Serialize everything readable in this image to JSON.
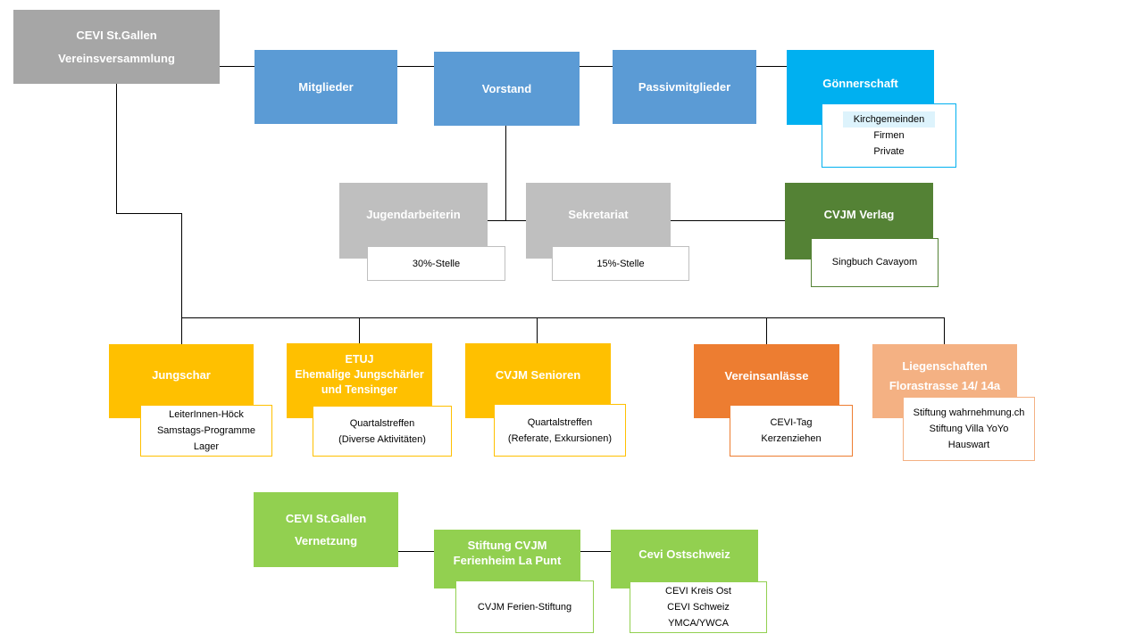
{
  "assembly": {
    "line1": "CEVI St.Gallen",
    "line2": "Vereinsversammlung"
  },
  "top_row": {
    "mitglieder": "Mitglieder",
    "vorstand": "Vorstand",
    "passiv": "Passivmitglieder",
    "goenner": "Gönnerschaft",
    "goenner_items": [
      "Kirchgemeinden",
      "Firmen",
      "Private"
    ]
  },
  "staff": {
    "jugend": "Jugendarbeiterin",
    "jugend_note": "30%-Stelle",
    "sekretariat": "Sekretariat",
    "sekretariat_note": "15%-Stelle",
    "verlag": "CVJM Verlag",
    "verlag_note": "Singbuch Cavayom"
  },
  "groups": {
    "jungschar": "Jungschar",
    "jungschar_items": [
      "LeiterInnen-Höck",
      "Samstags-Programme",
      "Lager"
    ],
    "etuj_line1": "ETUJ",
    "etuj_line2": "Ehemalige Jungschärler",
    "etuj_line3": "und Tensinger",
    "etuj_items": [
      "Quartalstreffen",
      "(Diverse Aktivitäten)"
    ],
    "senioren": "CVJM Senioren",
    "senioren_items": [
      "Quartalstreffen",
      "(Referate, Exkursionen)"
    ],
    "anlaesse": "Vereinsanlässe",
    "anlaesse_items": [
      "CEVI-Tag",
      "Kerzenziehen"
    ],
    "liegen_line1": "Liegenschaften",
    "liegen_line2": "Florastrasse 14/ 14a",
    "liegen_items": [
      "Stiftung wahrnehmung.ch",
      "Stiftung Villa YoYo",
      "Hauswart"
    ]
  },
  "network": {
    "line1": "CEVI St.Gallen",
    "line2": "Vernetzung",
    "stiftung_line1": "Stiftung CVJM",
    "stiftung_line2": "Ferienheim La Punt",
    "stiftung_note": "CVJM Ferien-Stiftung",
    "ost": "Cevi Ostschweiz",
    "ost_items": [
      "CEVI Kreis Ost",
      "CEVI Schweiz",
      "YMCA/YWCA"
    ]
  }
}
